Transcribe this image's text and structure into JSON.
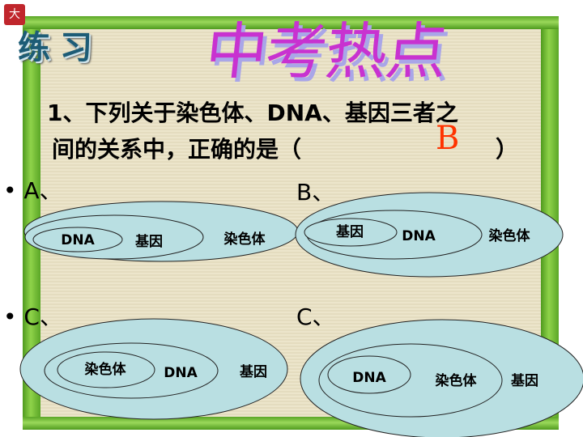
{
  "header": {
    "seal_text": "大",
    "section_label": "练习",
    "title": "中考热点"
  },
  "question": {
    "line1": "1、下列关于染色体、DNA、基因三者之",
    "line2": "间的关系中，正确的是（",
    "line2_close": "）",
    "answer": "B",
    "answer_color": "#ff3300"
  },
  "options": [
    {
      "label": "• A、",
      "inner": "DNA",
      "middle": "基因",
      "outer": "染色体"
    },
    {
      "label": "B、",
      "inner": "基因",
      "middle": "DNA",
      "outer": "染色体"
    },
    {
      "label": "• C、",
      "inner": "染色体",
      "middle": "DNA",
      "outer": "基因"
    },
    {
      "label": "C、",
      "inner": "DNA",
      "middle": "染色体",
      "outer": "基因"
    }
  ],
  "colors": {
    "ellipse_fill": "#b9dfe2",
    "title": "#c832d0",
    "bamboo": "#6cb832"
  }
}
